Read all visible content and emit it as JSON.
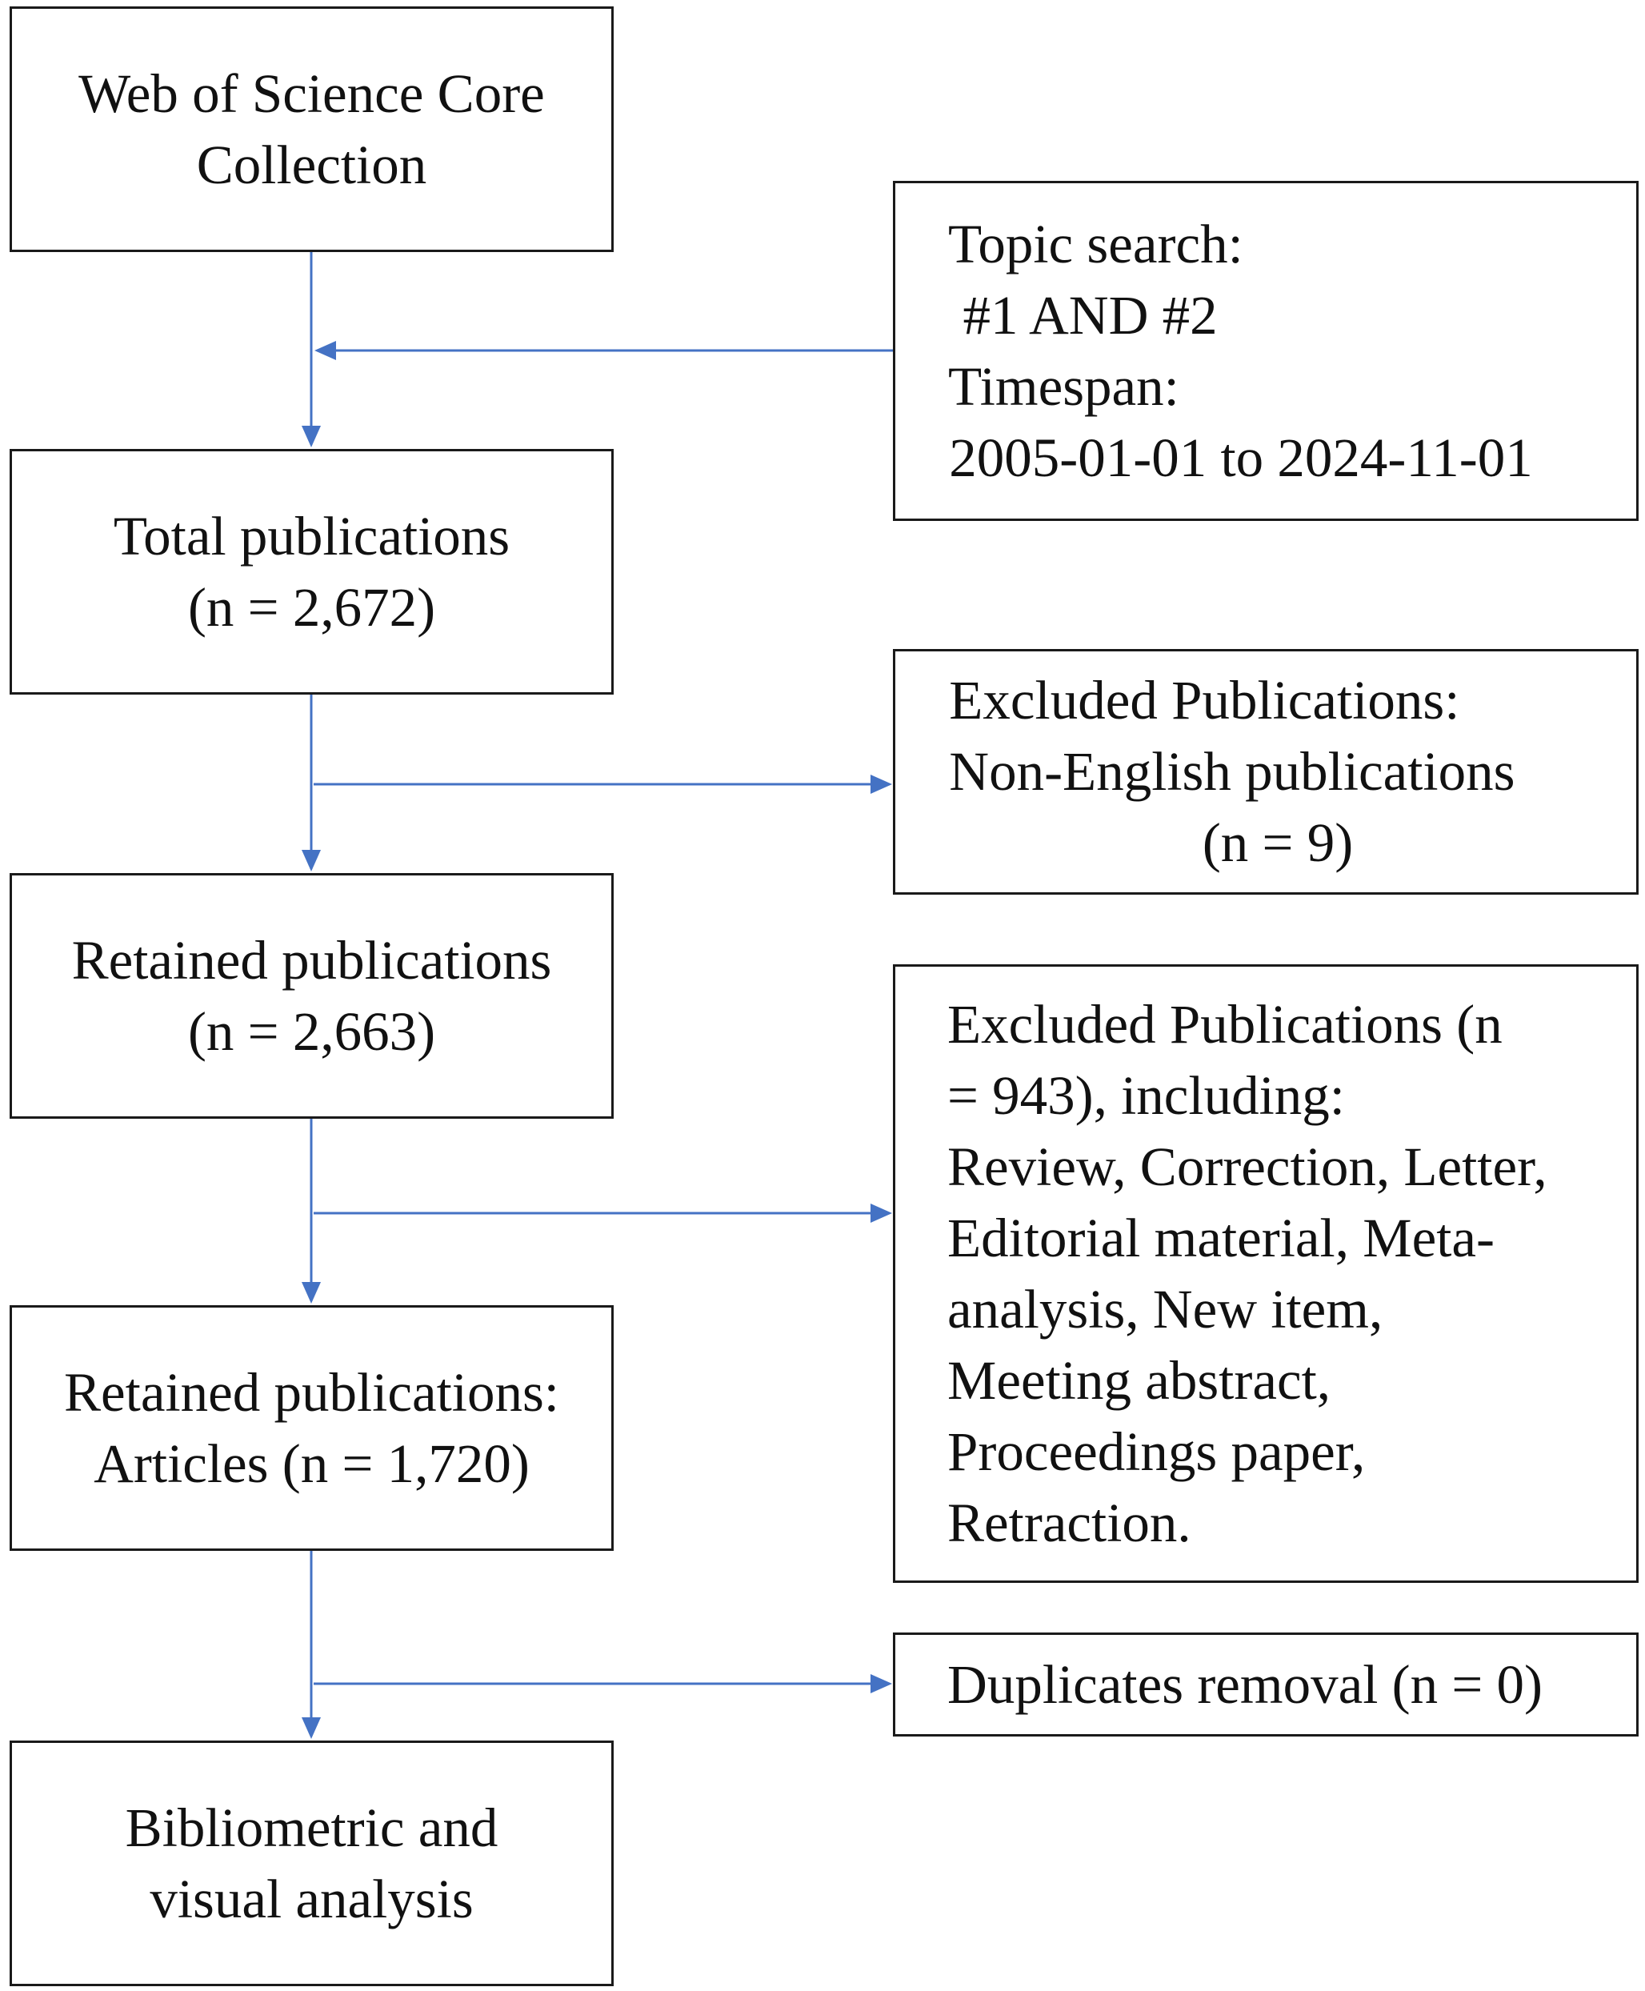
{
  "left_column": {
    "source": [
      "Web of Science Core",
      "Collection"
    ],
    "total": [
      "Total publications",
      "(n = 2,672)"
    ],
    "retained": [
      "Retained publications",
      "(n = 2,663)"
    ],
    "articles": [
      "Retained publications:",
      "Articles (n = 1,720)"
    ],
    "analysis": [
      "Bibliometric and",
      "visual analysis"
    ]
  },
  "right_column": {
    "search": [
      " Topic search:",
      "  #1 AND #2",
      " Timespan:",
      " 2005-01-01 to 2024-11-01"
    ],
    "language_exclusion": [
      " Excluded Publications:",
      " Non-English publications",
      "(n = 9)"
    ],
    "type_exclusion": [
      "Excluded Publications (n",
      "= 943), including:",
      "Review, Correction, Letter,",
      "Editorial material, Meta-",
      "analysis, New item,",
      "Meeting abstract,",
      "Proceedings paper,",
      "Retraction."
    ],
    "duplicates": [
      "Duplicates removal (n = 0)"
    ]
  },
  "colors": {
    "arrow": "#4472C4",
    "border": "#1a1a1a"
  }
}
